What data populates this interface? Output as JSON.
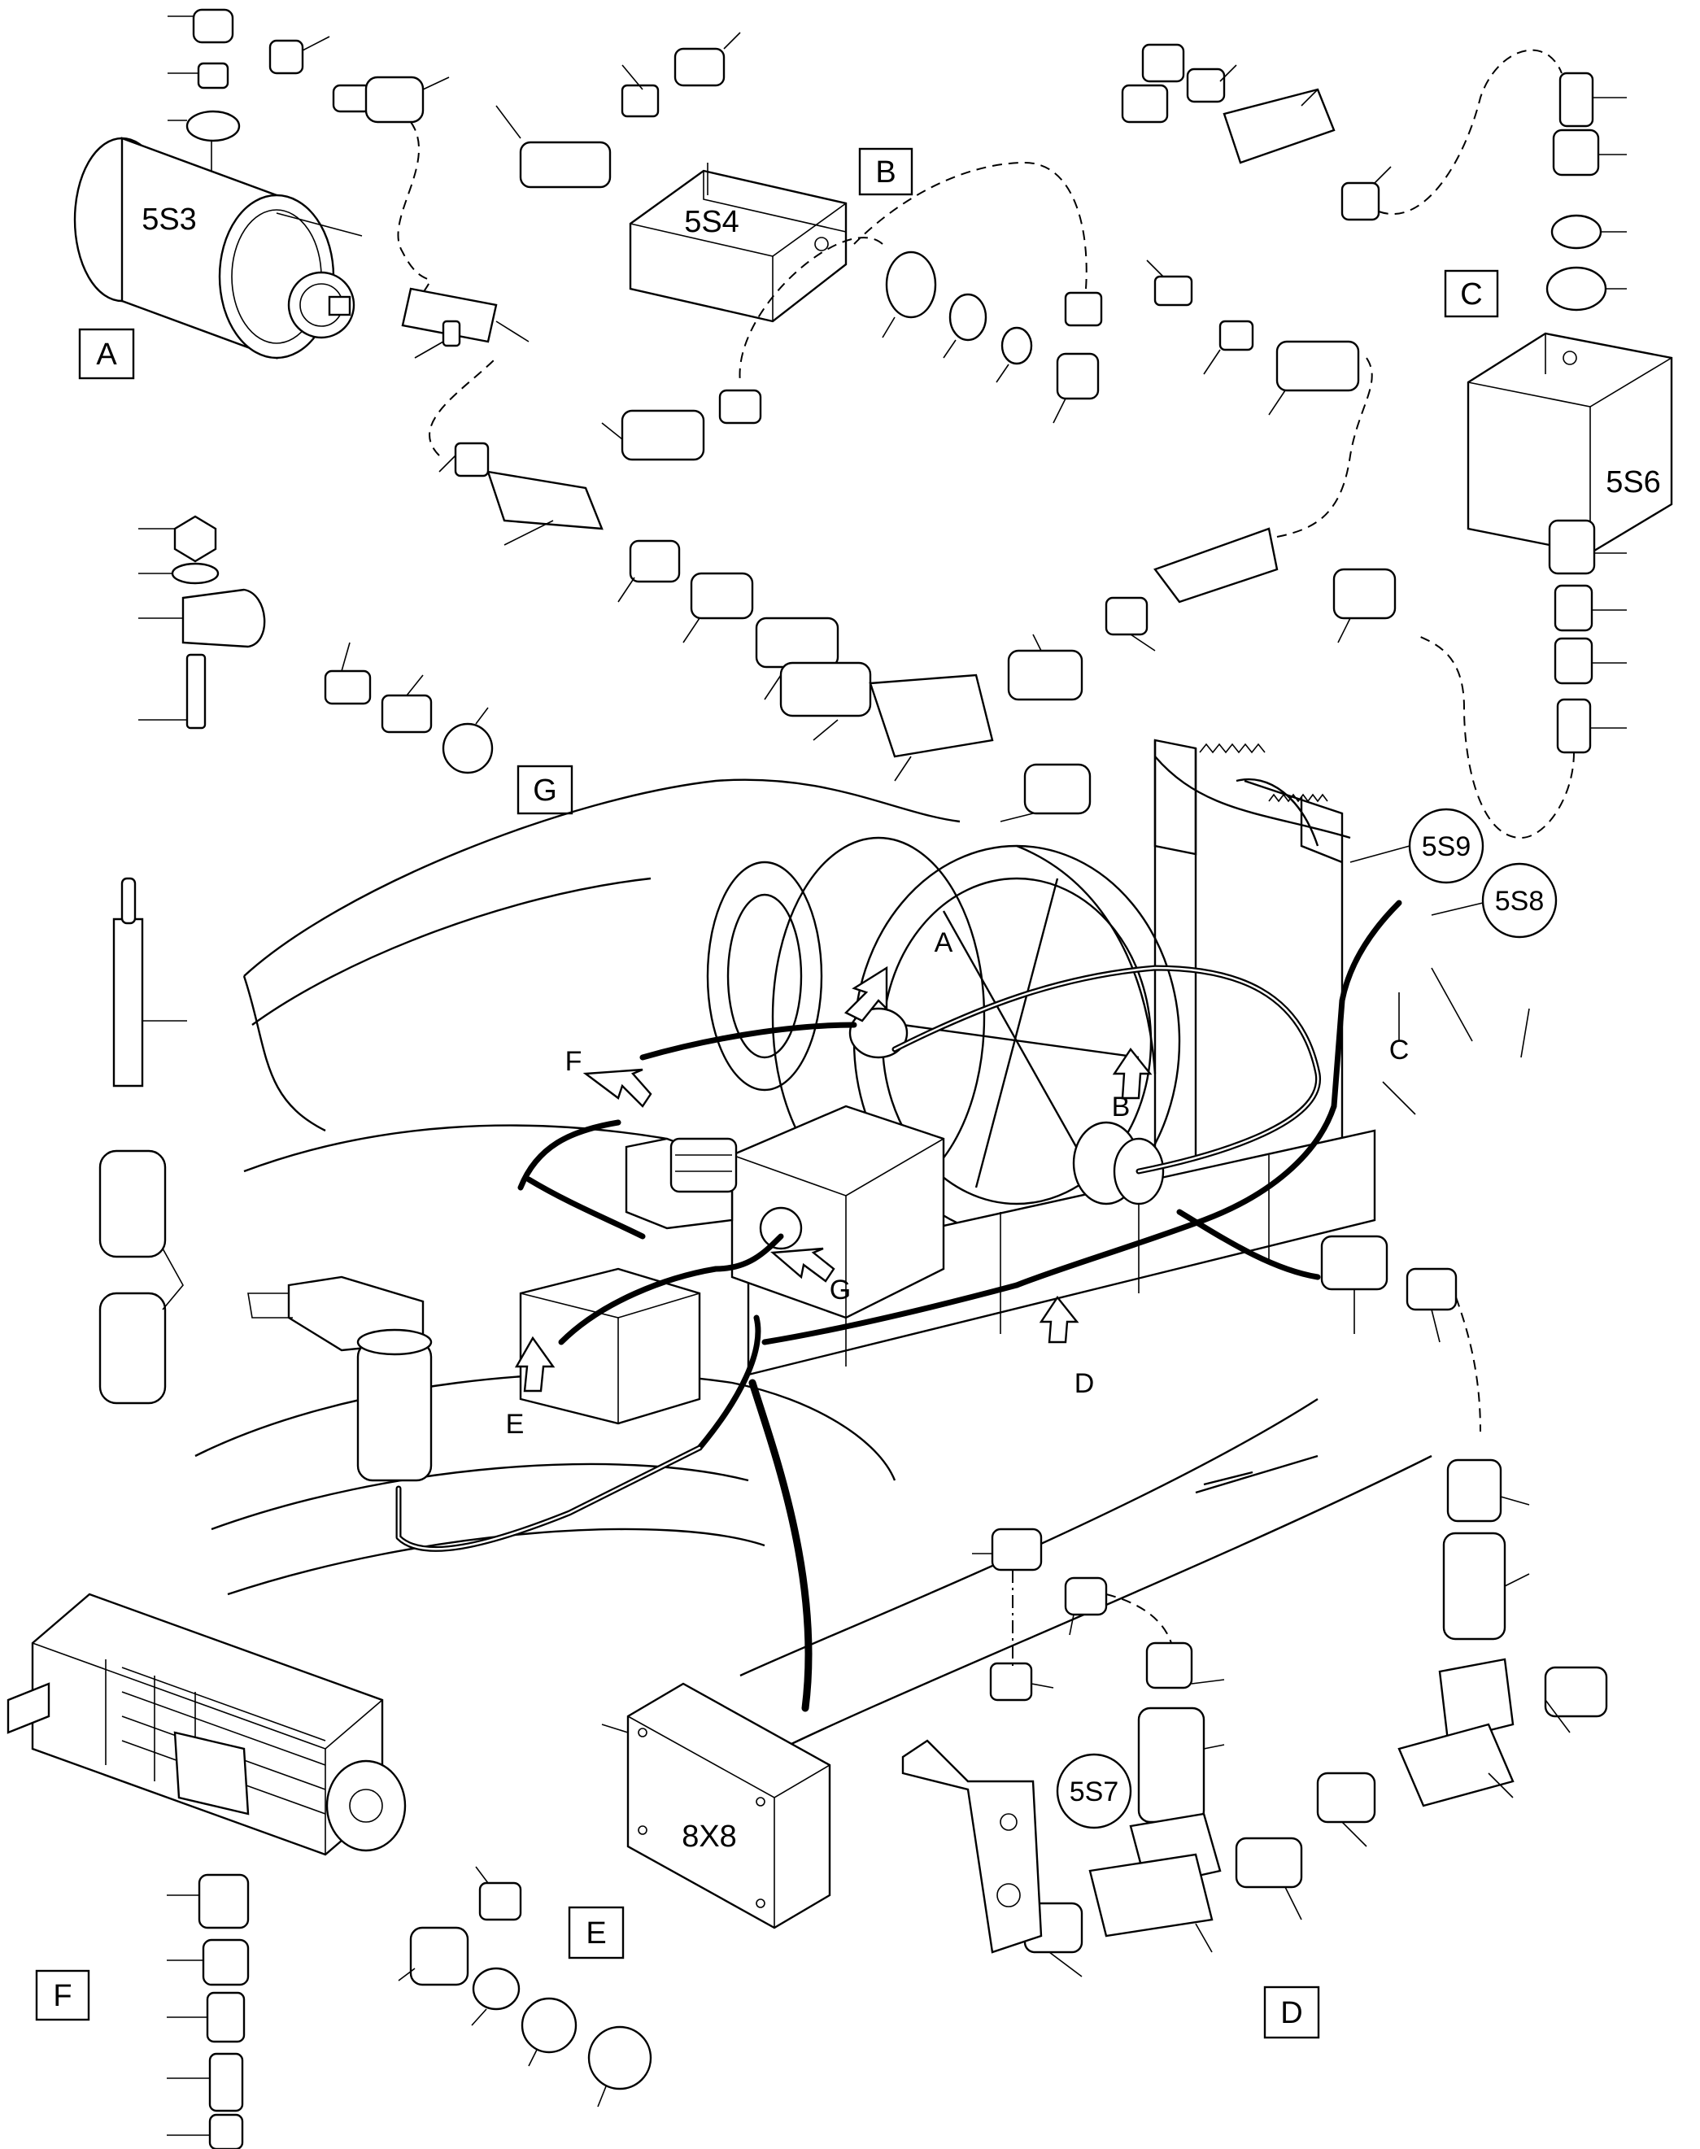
{
  "diagram": {
    "views": {
      "A": "A",
      "B": "B",
      "C": "C",
      "D": "D",
      "E": "E",
      "F": "F",
      "G": "G"
    },
    "components": {
      "s3": "5S3",
      "s4": "5S4",
      "s6": "5S6",
      "s7": "5S7",
      "s8": "5S8",
      "s9": "5S9",
      "box": "8X8"
    },
    "main_callouts": {
      "A": "A",
      "B": "B",
      "C": "C",
      "D": "D",
      "E": "E",
      "F": "F",
      "G": "G"
    }
  }
}
